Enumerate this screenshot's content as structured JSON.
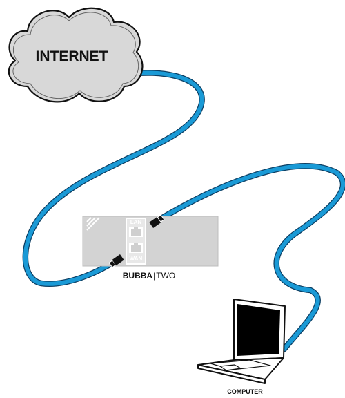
{
  "cloud": {
    "label": "INTERNET"
  },
  "router": {
    "brand": "BUBBA",
    "model": "TWO",
    "port_lan": "LAN",
    "port_wan": "WAN"
  },
  "computer": {
    "label": "COMPUTER"
  },
  "colors": {
    "cable": "#1a9ad6",
    "cable_outline": "#0d3f63",
    "router_body": "#d3d3d3",
    "stroke": "#111111"
  },
  "icons": {
    "cloud": "cloud-icon",
    "router": "router-icon",
    "laptop": "laptop-icon",
    "lan_port": "ethernet-port-icon",
    "wan_port": "ethernet-port-icon",
    "plug": "ethernet-plug-icon"
  }
}
